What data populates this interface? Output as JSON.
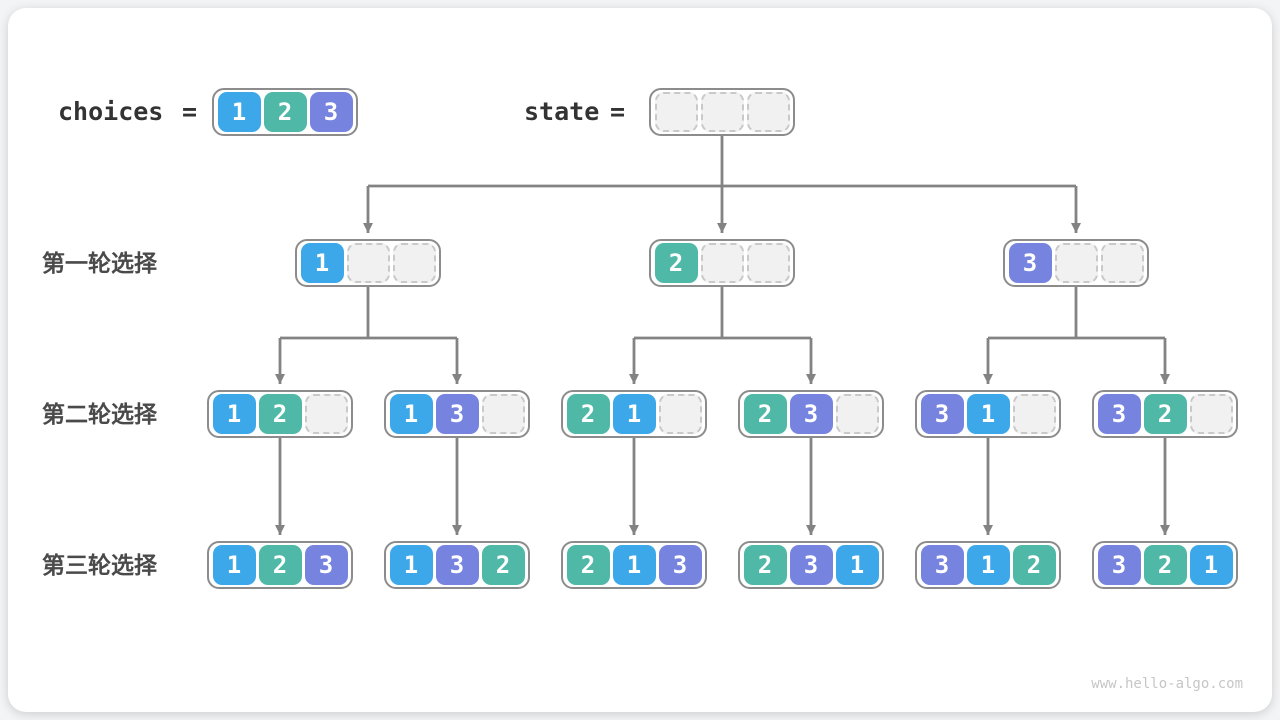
{
  "legend": {
    "choices_label": "choices",
    "equals": "=",
    "choices_values": [
      1,
      2,
      3
    ],
    "state_label": "state",
    "state_empty_slots": 3
  },
  "row_labels": [
    "第一轮选择",
    "第二轮选择",
    "第三轮选择"
  ],
  "tree": {
    "level1": [
      [
        1,
        null,
        null
      ],
      [
        2,
        null,
        null
      ],
      [
        3,
        null,
        null
      ]
    ],
    "level2": [
      [
        1,
        2,
        null
      ],
      [
        1,
        3,
        null
      ],
      [
        2,
        1,
        null
      ],
      [
        2,
        3,
        null
      ],
      [
        3,
        1,
        null
      ],
      [
        3,
        2,
        null
      ]
    ],
    "level3": [
      [
        1,
        2,
        3
      ],
      [
        1,
        3,
        2
      ],
      [
        2,
        1,
        3
      ],
      [
        2,
        3,
        1
      ],
      [
        3,
        1,
        2
      ],
      [
        3,
        2,
        1
      ]
    ],
    "edges": {
      "root_children": [
        0,
        1,
        2
      ],
      "level1_children": [
        [
          0,
          1
        ],
        [
          2,
          3
        ],
        [
          4,
          5
        ]
      ],
      "level2_children": [
        0,
        1,
        2,
        3,
        4,
        5
      ]
    }
  },
  "colors": {
    "value_1": "#3da8e9",
    "value_2": "#4fb8a6",
    "value_3": "#7684df",
    "empty_fill": "#f1f1f2",
    "empty_border": "#c9c9c9",
    "box_border": "#8c8c8c",
    "arrow": "#838383",
    "text_dark": "#333333",
    "label_text": "#4a4a4a",
    "watermark_text": "#c6c6c6"
  },
  "watermark": "www.hello-algo.com"
}
